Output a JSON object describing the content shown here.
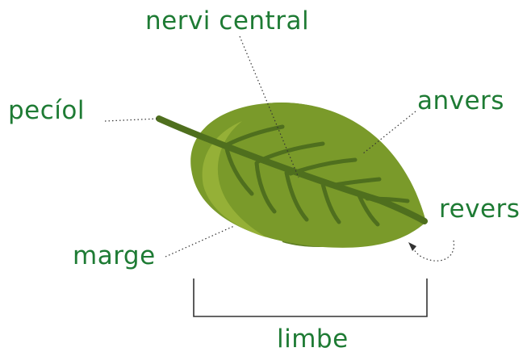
{
  "colors": {
    "label": "#1e7b34",
    "leaf_front": "#7a9a2a",
    "leaf_back": "#5f7f25",
    "leaf_highlight": "#9ab43a",
    "vein": "#4f6f1e",
    "pointer": "#333333"
  },
  "labels": {
    "central_vein": "nervi central",
    "petiole": "pecíol",
    "upper_side": "anvers",
    "under_side": "revers",
    "margin": "marge",
    "blade": "limbe"
  }
}
